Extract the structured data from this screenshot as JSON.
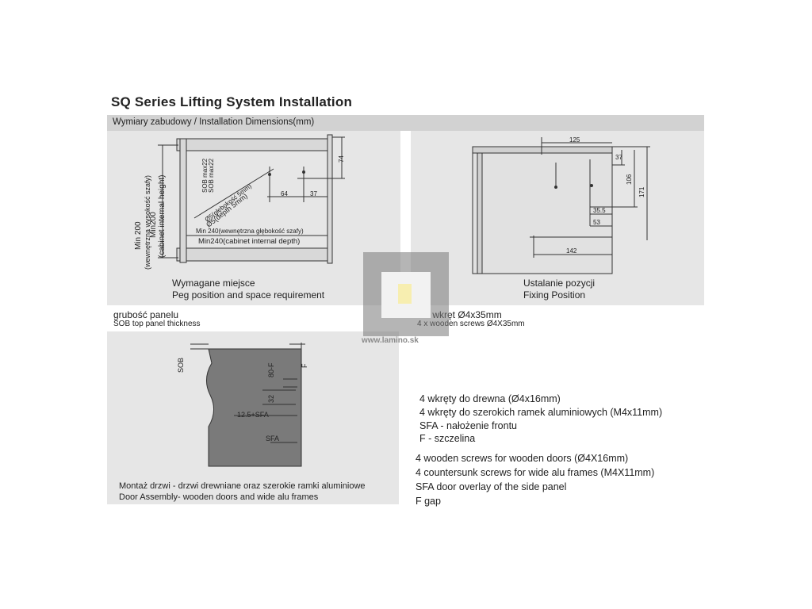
{
  "title": "SQ Series Lifting System Installation",
  "section_label": "Wymiary zabudowy / Installation Dimensions(mm)",
  "panel_left": {
    "caption_pl": "Wymagane miejsce",
    "caption_en": "Peg position and space requirement",
    "height_label_1": "Min 200",
    "height_label_2": "(wewnętrzna wysokość szafy)",
    "height_label_3": "Min200",
    "height_label_4": "(cabinet internal height)",
    "sob_label_1": "SOB max22",
    "sob_label_2": "SOB max22",
    "hole_label_1": "Ø5(głębokość 5mm)",
    "hole_label_2": "Ø5(depth 5mm)",
    "depth_label_pl": "Min 240(wewnętrzna głębokość szafy)",
    "depth_label_en": "Min240(cabinet internal depth)",
    "dim_74": "74",
    "dim_64": "64",
    "dim_37": "37"
  },
  "panel_right": {
    "caption_pl": "Ustalanie pozycji",
    "caption_en": "Fixing Position",
    "dim_125": "125",
    "dim_37": "37",
    "dim_106": "106",
    "dim_171": "171",
    "dim_35_5": "35.5",
    "dim_53": "53",
    "dim_142": "142"
  },
  "sob_caption_pl": "grubość panelu",
  "sob_caption_en": "SOB top panel thickness",
  "screws_pl": "4 x wkręt Ø4x35mm",
  "screws_en": "4 x wooden screws  Ø4X35mm",
  "panel_bottom": {
    "caption_pl": "Montaż drzwi - drzwi drewniane oraz szerokie ramki aluminiowe",
    "caption_en": "Door Assembly- wooden doors and wide alu frames",
    "sob": "SOB",
    "f": "F",
    "dim_80f": "80-F",
    "dim_32": "32",
    "dim_12_5sfa": "12.5+SFA",
    "dim_sfa": "SFA"
  },
  "legend_pl": [
    "4 wkręty do drewna (Ø4x16mm)",
    "4 wkręty do szerokich ramek aluminiowych (M4x11mm)",
    "SFA - nałożenie frontu",
    "F - szczelina"
  ],
  "legend_en": [
    "4 wooden screws for wooden doors (Ø4X16mm)",
    "4 countersunk screws for wide alu frames (M4X11mm)",
    "SFA door overlay of the side panel",
    "F gap"
  ],
  "watermark": "www.lamino.sk",
  "colors": {
    "panel_bg": "#e6e6e6",
    "section_bar": "#d2d2d2",
    "door_fill": "#7a7a7a",
    "line": "#333333"
  }
}
